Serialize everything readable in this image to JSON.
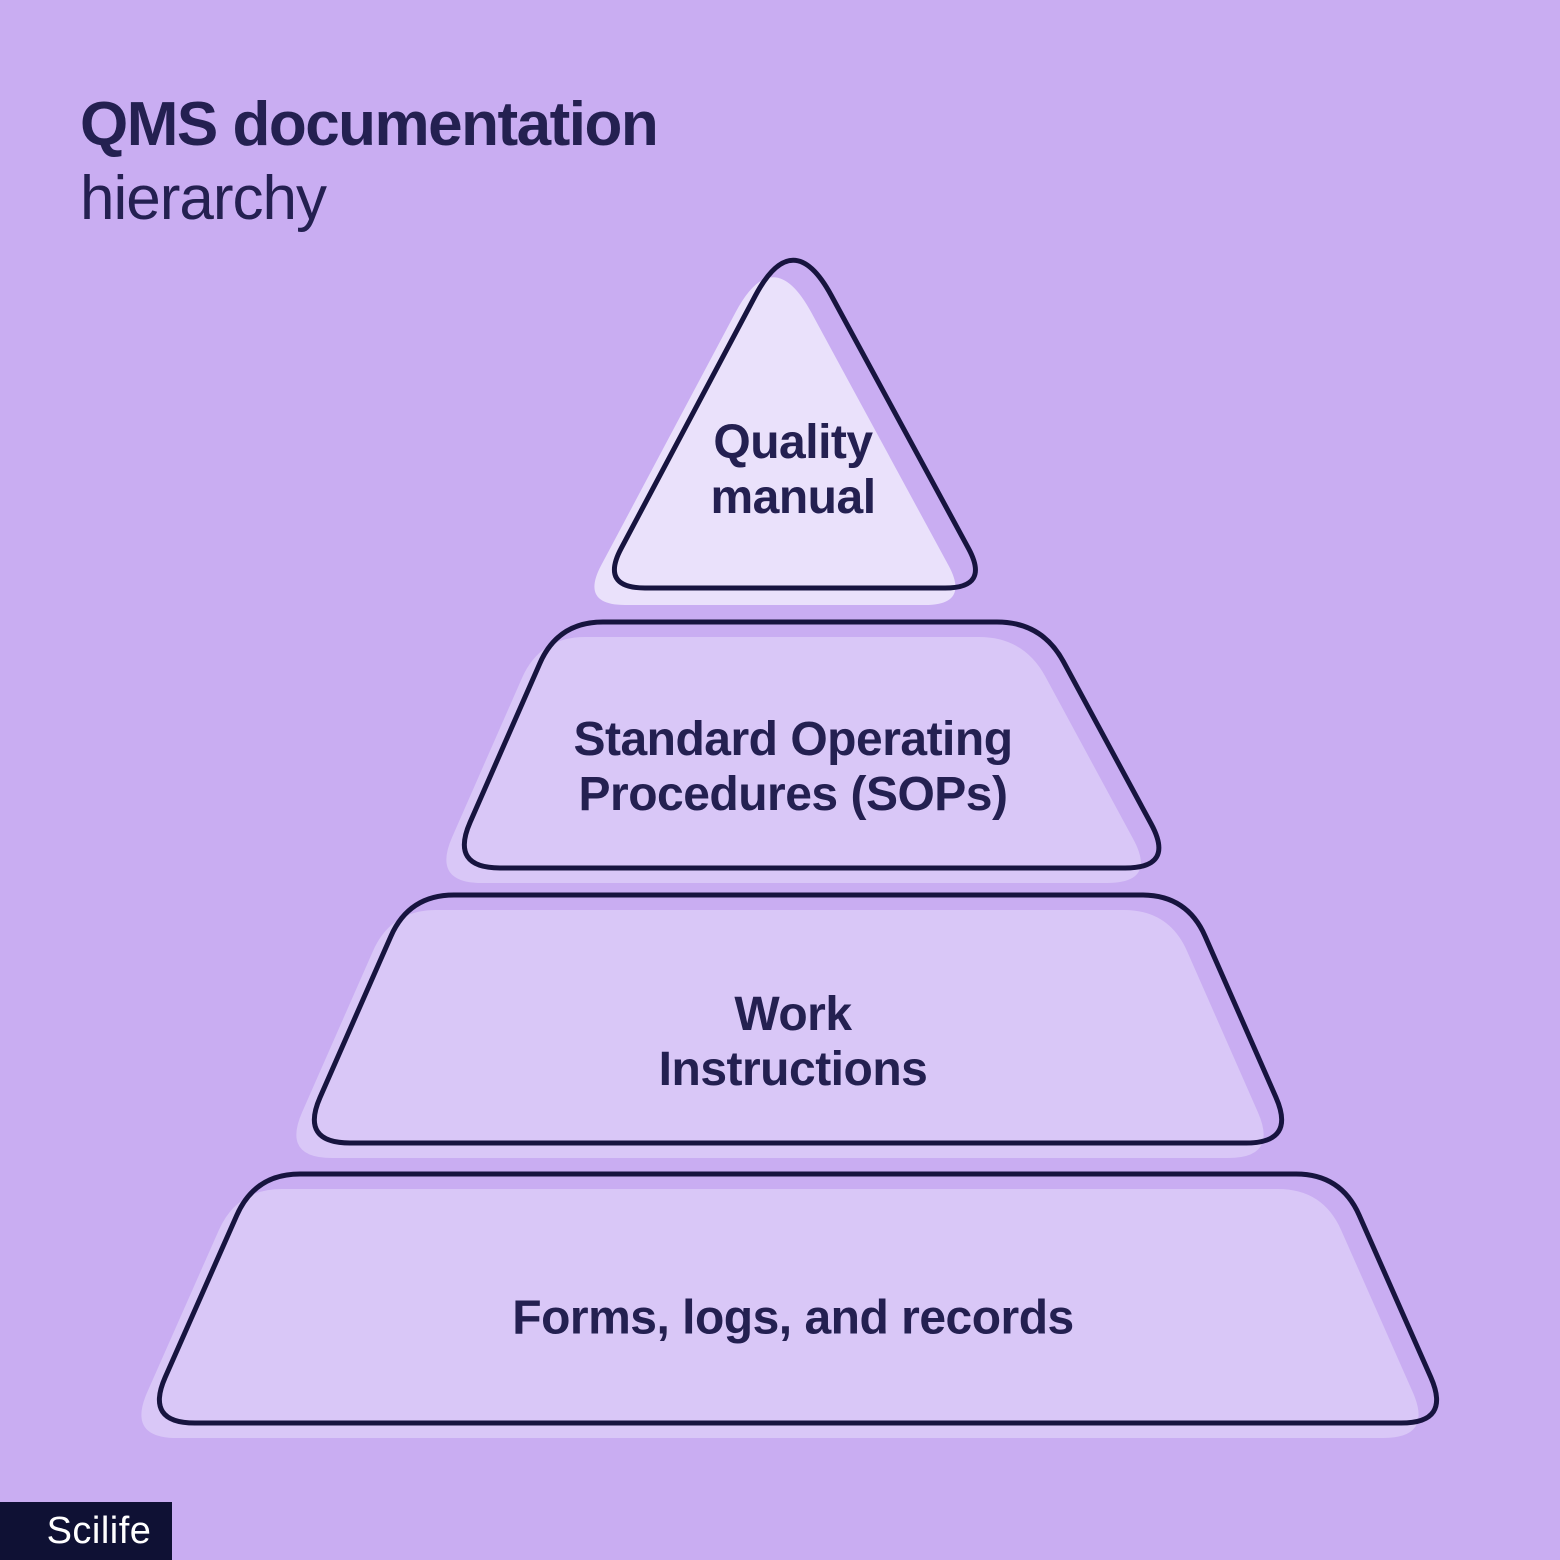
{
  "title": {
    "heading": "QMS documentation",
    "subheading": "hierarchy"
  },
  "pyramid": {
    "levels": [
      {
        "id": "quality-manual",
        "lines": [
          "Quality",
          "manual"
        ]
      },
      {
        "id": "sops",
        "lines": [
          "Standard Operating",
          "Procedures (SOPs)"
        ]
      },
      {
        "id": "work-instructions",
        "lines": [
          "Work",
          "Instructions"
        ]
      },
      {
        "id": "forms-logs-records",
        "lines": [
          "Forms, logs, and records"
        ]
      }
    ]
  },
  "brand": {
    "logo_text": "Scilife"
  },
  "colors": {
    "background": "#c9adf2",
    "level_fill": "#d9c7f7",
    "top_level_fill": "#eae1fb",
    "outline": "#17143f",
    "text": "#242051",
    "logo_background": "#0f1134",
    "logo_text_color": "#ffffff"
  }
}
